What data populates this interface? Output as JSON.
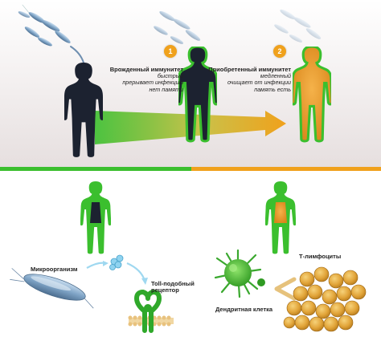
{
  "colors": {
    "green": "#3bbf2e",
    "orange": "#f0a11c",
    "dark_figure": "#1c2230",
    "bacteria": "#7fa4c6"
  },
  "top_panel": {
    "step1": {
      "number": "1",
      "title": "Врожденный иммунитет",
      "lines": [
        "быстрый",
        "прерывает инфекцию",
        "нет памяти"
      ]
    },
    "step2": {
      "number": "2",
      "title": "Приобретенный иммунитет",
      "lines": [
        "медленный",
        "очищает от инфекции",
        "память есть"
      ]
    }
  },
  "bottom_panel": {
    "microorganism": "Микроорганизм",
    "toll_receptor": [
      "Toll-подобный",
      "рецептор"
    ],
    "t_lymphocytes": "Т-лимфоциты",
    "dendritic_cell": "Дендритная клетка"
  }
}
